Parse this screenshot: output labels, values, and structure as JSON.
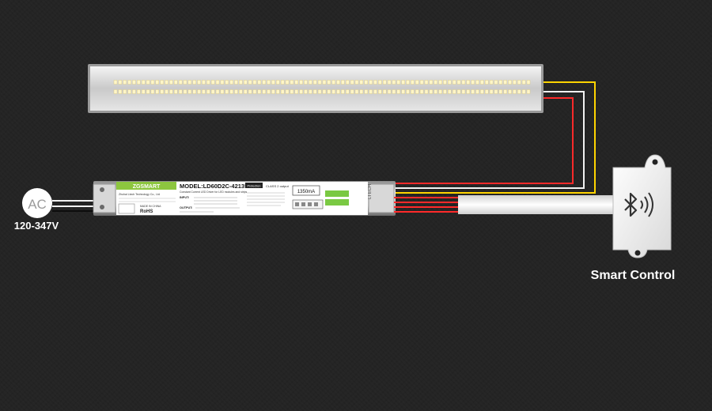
{
  "source": {
    "symbol": "AC",
    "voltage_range": "120-347V"
  },
  "driver": {
    "brand": "ZGSMART",
    "model": "MODEL:LD60D2C-421350A",
    "subtitle": "Constant Current LED Driver for LED modules and strips",
    "manufacturer": "Zhuhai Ltech Technology Co., Ltd",
    "protection_badge": "Protection",
    "class_text": "CLASS 2 output",
    "current_display": "1350mA",
    "rohs": "RoHS",
    "origin": "MADE IN CHINA",
    "input_label": "INPUT:",
    "output_label": "OUTPUT:",
    "side_text": "LTECH",
    "label_yellow": "#8dc63f",
    "led_green": "#7ac943"
  },
  "led_panel": {
    "rows": 2,
    "leds_per_row": 90,
    "led_color": "#fff6c8"
  },
  "wires": {
    "yellow": "#ffd400",
    "white": "#f2f2f2",
    "red": "#ff2a2a",
    "black": "#0d0d0d"
  },
  "controller": {
    "icon": "bluetooth-icon",
    "label": "Smart Control"
  }
}
